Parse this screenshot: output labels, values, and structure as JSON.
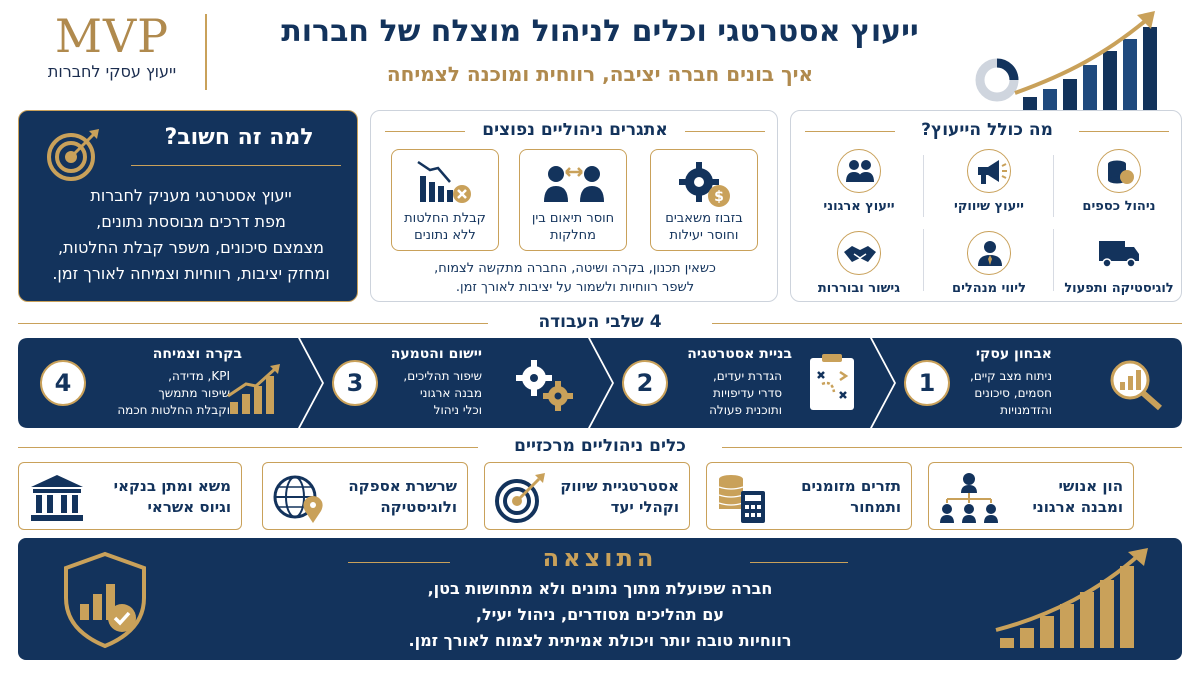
{
  "header": {
    "logo_text": "MVP",
    "logo_tagline": "ייעוץ עסקי לחברות",
    "title": "ייעוץ אסטרטגי וכלים לניהול מוצלח של חברות",
    "subtitle": "איך בונים חברה יציבה, רווחית ומוכנה לצמיחה"
  },
  "colors": {
    "navy": "#13335c",
    "gold": "#c9a15a"
  },
  "why": {
    "title": "למה זה חשוב?",
    "icon": "target-icon",
    "body_lines": [
      "ייעוץ אסטרטגי מעניק לחברות",
      "מפת דרכים מבוססת נתונים,",
      "מצמצם סיכונים, משפר קבלת החלטות,",
      "ומחזק יציבות, רווחיות וצמיחה לאורך זמן."
    ]
  },
  "challenges": {
    "title": "אתגרים ניהוליים נפוצים",
    "cards": [
      {
        "label_1": "בזבוז משאבים",
        "label_2": "וחוסר יעילות",
        "icon": "gears-dollar-icon"
      },
      {
        "label_1": "חוסר תיאום בין",
        "label_2": "מחלקות",
        "icon": "people-arrows-icon"
      },
      {
        "label_1": "קבלת החלטות",
        "label_2": "ללא נתונים",
        "icon": "chart-down-icon"
      }
    ],
    "note_1": "כשאין תכנון, בקרה ושיטה, החברה מתקשה לצמוח,",
    "note_2": "לשפר רווחיות ולשמור על יציבות לאורך זמן."
  },
  "includes": {
    "title": "מה כולל הייעוץ?",
    "items": [
      {
        "label": "ניהול כספים",
        "icon": "coins-icon"
      },
      {
        "label": "ייעוץ שיווקי",
        "icon": "megaphone-icon"
      },
      {
        "label": "ייעוץ ארגוני",
        "icon": "team-icon"
      },
      {
        "label": "לוגיסטיקה ותפעול",
        "icon": "truck-icon"
      },
      {
        "label": "ליווי מנהלים",
        "icon": "manager-icon"
      },
      {
        "label": "גישור ובוררות",
        "icon": "handshake-icon"
      }
    ]
  },
  "stages": {
    "title": "4 שלבי העבודה",
    "items": [
      {
        "num": "1",
        "title": "אבחון עסקי",
        "desc_1": "ניתוח מצב קיים,",
        "desc_2": "חסמים, סיכונים",
        "desc_3": "והזדמנויות",
        "icon": "magnifier-chart-icon"
      },
      {
        "num": "2",
        "title": "בניית אסטרטגיה",
        "desc_1": "הגדרת יעדים,",
        "desc_2": "סדרי עדיפויות",
        "desc_3": "ותוכנית פעולה",
        "icon": "clipboard-plan-icon"
      },
      {
        "num": "3",
        "title": "יישום והטמעה",
        "desc_1": "שיפור תהליכים,",
        "desc_2": "מבנה ארגוני",
        "desc_3": "וכלי ניהול",
        "icon": "gears-icon"
      },
      {
        "num": "4",
        "title": "בקרה וצמיחה",
        "desc_1": "KPI, מדידה,",
        "desc_2": "שיפור מתמשך",
        "desc_3": "וקבלת החלטות חכמה",
        "icon": "growth-chart-icon"
      }
    ]
  },
  "tools": {
    "title": "כלים ניהוליים מרכזיים",
    "items": [
      {
        "label_1": "הון אנושי",
        "label_2": "ומבנה ארגוני",
        "icon": "org-chart-icon"
      },
      {
        "label_1": "תזרים מזומנים",
        "label_2": "ותמחור",
        "icon": "coins-calculator-icon"
      },
      {
        "label_1": "אסטרטגיית שיווק",
        "label_2": "וקהלי יעד",
        "icon": "target-arrow-icon"
      },
      {
        "label_1": "שרשרת אספקה",
        "label_2": "ולוגיסטיקה",
        "icon": "globe-pin-icon"
      },
      {
        "label_1": "משא ומתן בנקאי",
        "label_2": "וגיוס אשראי",
        "icon": "bank-icon"
      }
    ]
  },
  "result": {
    "title": "התוצאה",
    "lines": [
      "חברה שפועלת מתוך נתונים ולא מתחושות בטן,",
      "עם תהליכים מסודרים, ניהול יעיל,",
      "רווחיות טובה יותר ויכולת אמיתית לצמוח לאורך זמן."
    ]
  }
}
